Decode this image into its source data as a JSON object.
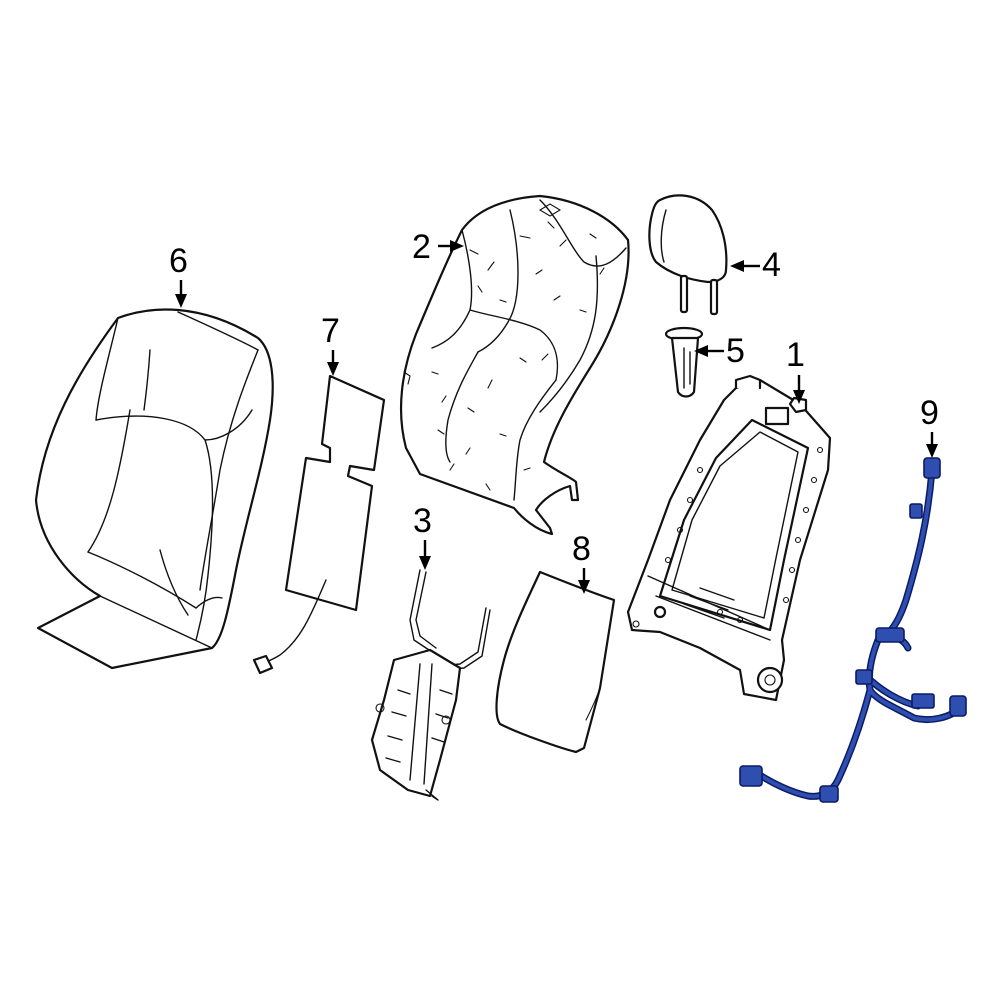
{
  "callouts": [
    {
      "id": "1",
      "label": "1"
    },
    {
      "id": "2",
      "label": "2"
    },
    {
      "id": "3",
      "label": "3"
    },
    {
      "id": "4",
      "label": "4"
    },
    {
      "id": "5",
      "label": "5"
    },
    {
      "id": "6",
      "label": "6"
    },
    {
      "id": "7",
      "label": "7"
    },
    {
      "id": "8",
      "label": "8"
    },
    {
      "id": "9",
      "label": "9"
    }
  ],
  "highlighted_part": "9",
  "colors": {
    "highlight_fill": "#2f4fb0",
    "highlight_stroke": "#0b1a66",
    "line": "#111111",
    "background": "#ffffff"
  }
}
